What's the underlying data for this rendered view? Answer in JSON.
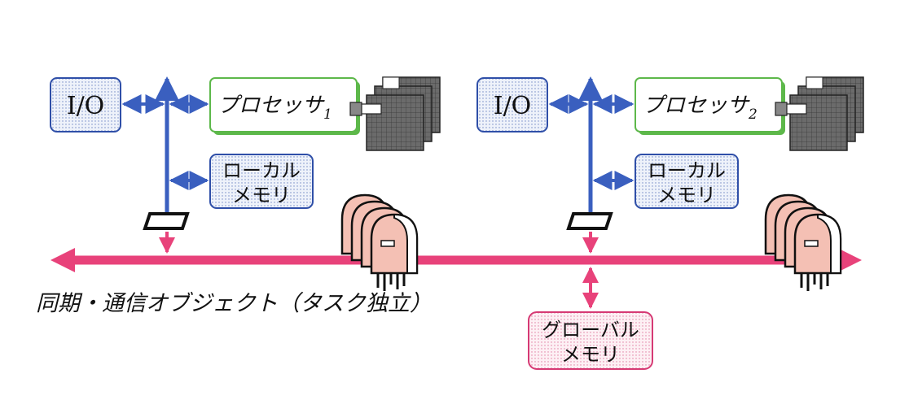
{
  "colors": {
    "bus_blue": "#3a5fbf",
    "bus_pink": "#e8427a",
    "box_blue_border": "#2f4fa8",
    "box_blue_fill": "#e4ebf6",
    "box_green_border": "#5db84a",
    "box_pink_border": "#d63a74",
    "box_pink_fill": "#fbe3ec",
    "chip_dark": "#555555",
    "robot_fill": "#f4c0b4"
  },
  "node1": {
    "io_label": "I/O",
    "processor_label": "プロセッサ",
    "processor_sub": "1",
    "local_memory_line1": "ローカル",
    "local_memory_line2": "メモリ"
  },
  "node2": {
    "io_label": "I/O",
    "processor_label": "プロセッサ",
    "processor_sub": "2",
    "local_memory_line1": "ローカル",
    "local_memory_line2": "メモリ"
  },
  "sync_objects_caption": "同期・通信オブジェクト（タスク独立）",
  "global_memory_line1": "グローバル",
  "global_memory_line2": "メモリ"
}
